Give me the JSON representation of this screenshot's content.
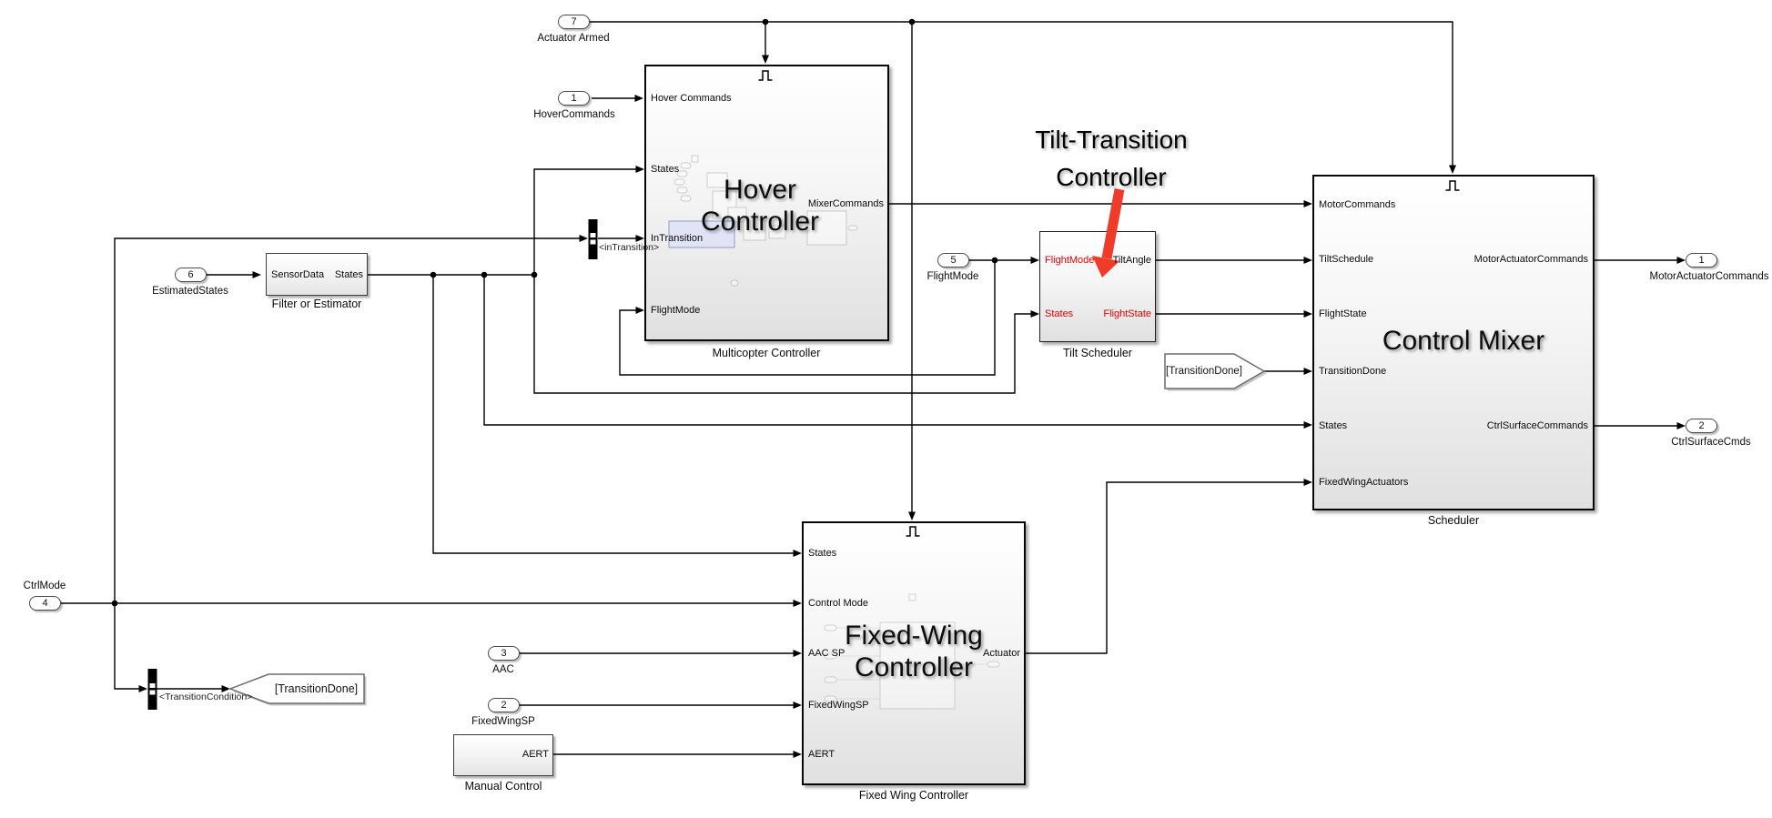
{
  "colors": {
    "background": "#ffffff",
    "signal_line": "#000000",
    "red_port_label": "#e60000",
    "annotation_arrow_red": "#ee3b2a",
    "block_fill_top": "#ffffff",
    "block_fill_bottom": "#e0e0e0"
  },
  "annotation": {
    "line1": "Tilt-Transition",
    "line2": "Controller"
  },
  "inports": [
    {
      "num": "7",
      "label": "Actuator Armed"
    },
    {
      "num": "1",
      "label": "HoverCommands"
    },
    {
      "num": "6",
      "label": "EstimatedStates"
    },
    {
      "num": "5",
      "label": "FlightMode"
    },
    {
      "num": "4",
      "label": "CtrlMode"
    },
    {
      "num": "3",
      "label": "AAC"
    },
    {
      "num": "2",
      "label": "FixedWingSP"
    }
  ],
  "outports": [
    {
      "num": "1",
      "label": "MotorActuatorCommands"
    },
    {
      "num": "2",
      "label": "CtrlSurfaceCmds"
    }
  ],
  "blocks": {
    "multicopter": {
      "name": "Multicopter Controller",
      "big1": "Hover",
      "big2": "Controller",
      "in1": "Hover Commands",
      "in2": "States",
      "in3": "InTransition",
      "in4": "FlightMode",
      "out1": "MixerCommands"
    },
    "tilt": {
      "name": "Tilt Scheduler",
      "in1": "FlightMode",
      "in2": "States",
      "out1": "TiltAngle",
      "out2": "FlightState"
    },
    "mixer": {
      "name": "Scheduler",
      "big1": "Control Mixer",
      "in1": "MotorCommands",
      "in2": "TiltSchedule",
      "in3": "FlightState",
      "in4": "TransitionDone",
      "in5": "States",
      "in6": "FixedWingActuators",
      "out1": "MotorActuatorCommands",
      "out2": "CtrlSurfaceCommands"
    },
    "fixedwing": {
      "name": "Fixed Wing Controller",
      "big1": "Fixed-Wing",
      "big2": "Controller",
      "in1": "States",
      "in2": "Control Mode",
      "in3": "AAC SP",
      "in4": "FixedWingSP",
      "in5": "AERT",
      "out1": "Actuator"
    },
    "filter": {
      "name": "Filter or Estimator",
      "in1": "SensorData",
      "out1": "States"
    },
    "manual": {
      "name": "Manual Control",
      "out1": "AERT"
    }
  },
  "tags": {
    "goto_transition_done": "[TransitionDone]",
    "from_transition_done": "[TransitionDone]"
  },
  "selectors": {
    "in_transition": "<inTransition>",
    "transition_condition": "<TransitionCondition>"
  }
}
